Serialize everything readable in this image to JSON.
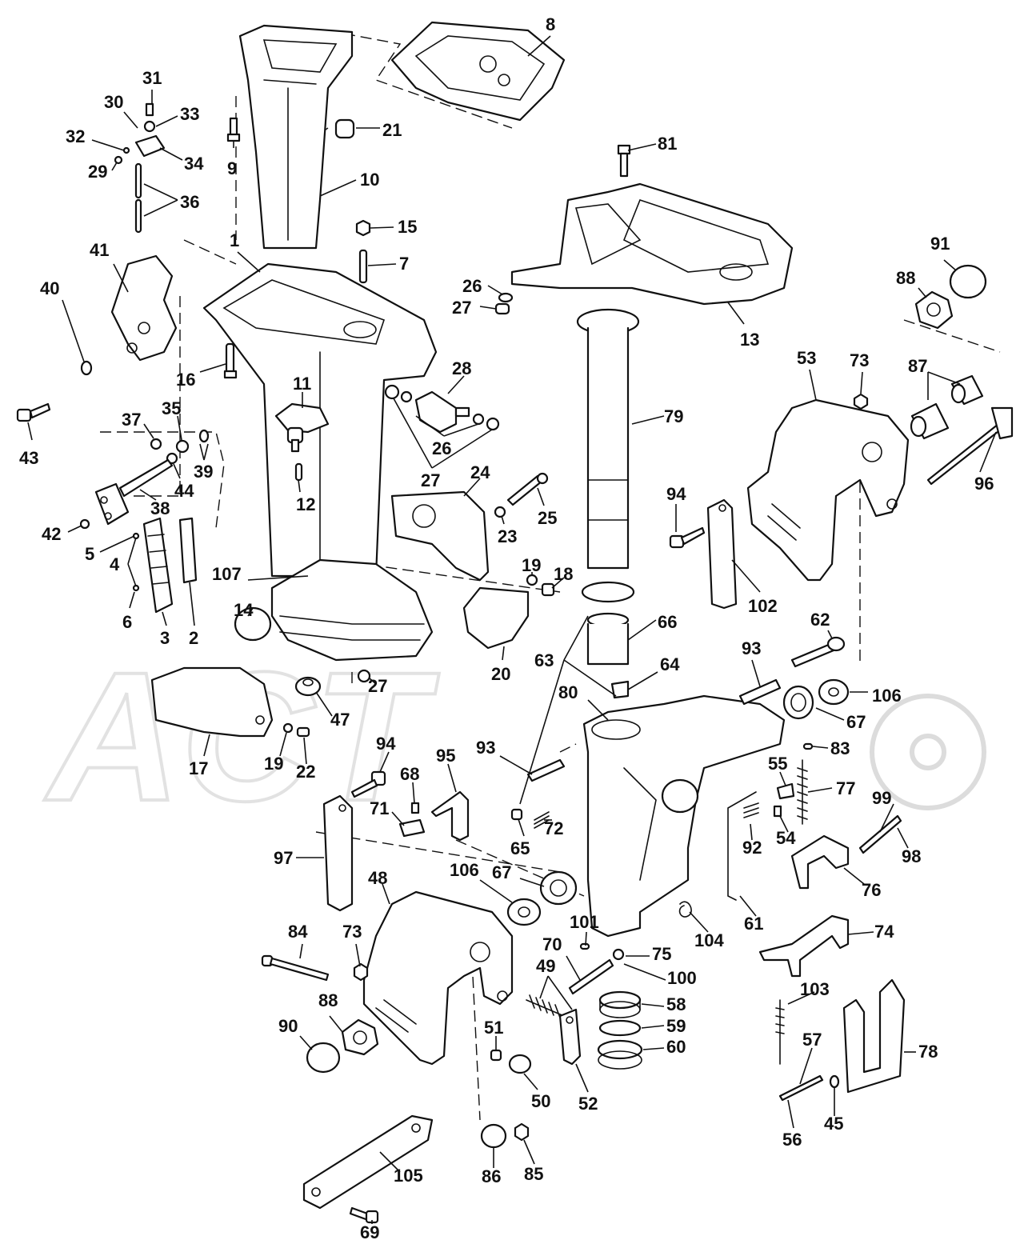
{
  "watermark": {
    "text": "ACT"
  },
  "labels": [
    {
      "id": "l8",
      "text": "8"
    },
    {
      "id": "l21",
      "text": "21"
    },
    {
      "id": "l31",
      "text": "31"
    },
    {
      "id": "l30",
      "text": "30"
    },
    {
      "id": "l33",
      "text": "33"
    },
    {
      "id": "l32",
      "text": "32"
    },
    {
      "id": "l34",
      "text": "34"
    },
    {
      "id": "l29",
      "text": "29"
    },
    {
      "id": "l9",
      "text": "9"
    },
    {
      "id": "l10",
      "text": "10"
    },
    {
      "id": "l36",
      "text": "36"
    },
    {
      "id": "l81",
      "text": "81"
    },
    {
      "id": "l15",
      "text": "15"
    },
    {
      "id": "l41",
      "text": "41"
    },
    {
      "id": "l1",
      "text": "1"
    },
    {
      "id": "l7",
      "text": "7"
    },
    {
      "id": "l40",
      "text": "40"
    },
    {
      "id": "l91",
      "text": "91"
    },
    {
      "id": "l88a",
      "text": "88"
    },
    {
      "id": "l26a",
      "text": "26"
    },
    {
      "id": "l27a",
      "text": "27"
    },
    {
      "id": "l13",
      "text": "13"
    },
    {
      "id": "l53",
      "text": "53"
    },
    {
      "id": "l73a",
      "text": "73"
    },
    {
      "id": "l87",
      "text": "87"
    },
    {
      "id": "l16",
      "text": "16"
    },
    {
      "id": "l11",
      "text": "11"
    },
    {
      "id": "l28",
      "text": "28"
    },
    {
      "id": "l79",
      "text": "79"
    },
    {
      "id": "l43",
      "text": "43"
    },
    {
      "id": "l37",
      "text": "37"
    },
    {
      "id": "l35",
      "text": "35"
    },
    {
      "id": "l39",
      "text": "39"
    },
    {
      "id": "l44",
      "text": "44"
    },
    {
      "id": "l26b",
      "text": "26"
    },
    {
      "id": "l27b",
      "text": "27"
    },
    {
      "id": "l96",
      "text": "96"
    },
    {
      "id": "l12",
      "text": "12"
    },
    {
      "id": "l24",
      "text": "24"
    },
    {
      "id": "l38",
      "text": "38"
    },
    {
      "id": "l25",
      "text": "25"
    },
    {
      "id": "l94a",
      "text": "94"
    },
    {
      "id": "l23",
      "text": "23"
    },
    {
      "id": "l42",
      "text": "42"
    },
    {
      "id": "l5",
      "text": "5"
    },
    {
      "id": "l4",
      "text": "4"
    },
    {
      "id": "l102",
      "text": "102"
    },
    {
      "id": "l19a",
      "text": "19"
    },
    {
      "id": "l18",
      "text": "18"
    },
    {
      "id": "l107",
      "text": "107"
    },
    {
      "id": "l6",
      "text": "6"
    },
    {
      "id": "l3",
      "text": "3"
    },
    {
      "id": "l2",
      "text": "2"
    },
    {
      "id": "l14",
      "text": "14"
    },
    {
      "id": "l66",
      "text": "66"
    },
    {
      "id": "l62",
      "text": "62"
    },
    {
      "id": "l93a",
      "text": "93"
    },
    {
      "id": "l20",
      "text": "20"
    },
    {
      "id": "l63",
      "text": "63"
    },
    {
      "id": "l64",
      "text": "64"
    },
    {
      "id": "l106a",
      "text": "106"
    },
    {
      "id": "l27c",
      "text": "27"
    },
    {
      "id": "l47",
      "text": "47"
    },
    {
      "id": "l80",
      "text": "80"
    },
    {
      "id": "l67a",
      "text": "67"
    },
    {
      "id": "l83",
      "text": "83"
    },
    {
      "id": "l17",
      "text": "17"
    },
    {
      "id": "l19b",
      "text": "19"
    },
    {
      "id": "l22",
      "text": "22"
    },
    {
      "id": "l94b",
      "text": "94"
    },
    {
      "id": "l95",
      "text": "95"
    },
    {
      "id": "l93b",
      "text": "93"
    },
    {
      "id": "l68",
      "text": "68"
    },
    {
      "id": "l55",
      "text": "55"
    },
    {
      "id": "l77",
      "text": "77"
    },
    {
      "id": "l99",
      "text": "99"
    },
    {
      "id": "l71",
      "text": "71"
    },
    {
      "id": "l72",
      "text": "72"
    },
    {
      "id": "l65",
      "text": "65"
    },
    {
      "id": "l54",
      "text": "54"
    },
    {
      "id": "l92",
      "text": "92"
    },
    {
      "id": "l98",
      "text": "98"
    },
    {
      "id": "l97",
      "text": "97"
    },
    {
      "id": "l106b",
      "text": "106"
    },
    {
      "id": "l67b",
      "text": "67"
    },
    {
      "id": "l48",
      "text": "48"
    },
    {
      "id": "l76",
      "text": "76"
    },
    {
      "id": "l101",
      "text": "101"
    },
    {
      "id": "l61",
      "text": "61"
    },
    {
      "id": "l104",
      "text": "104"
    },
    {
      "id": "l74",
      "text": "74"
    },
    {
      "id": "l84",
      "text": "84"
    },
    {
      "id": "l73b",
      "text": "73"
    },
    {
      "id": "l70",
      "text": "70"
    },
    {
      "id": "l75",
      "text": "75"
    },
    {
      "id": "l49",
      "text": "49"
    },
    {
      "id": "l100",
      "text": "100"
    },
    {
      "id": "l103",
      "text": "103"
    },
    {
      "id": "l58",
      "text": "58"
    },
    {
      "id": "l88b",
      "text": "88"
    },
    {
      "id": "l59",
      "text": "59"
    },
    {
      "id": "l90",
      "text": "90"
    },
    {
      "id": "l51",
      "text": "51"
    },
    {
      "id": "l60",
      "text": "60"
    },
    {
      "id": "l57",
      "text": "57"
    },
    {
      "id": "l78",
      "text": "78"
    },
    {
      "id": "l50",
      "text": "50"
    },
    {
      "id": "l52",
      "text": "52"
    },
    {
      "id": "l45",
      "text": "45"
    },
    {
      "id": "l56",
      "text": "56"
    },
    {
      "id": "l105",
      "text": "105"
    },
    {
      "id": "l86",
      "text": "86"
    },
    {
      "id": "l85",
      "text": "85"
    },
    {
      "id": "l69",
      "text": "69"
    }
  ]
}
